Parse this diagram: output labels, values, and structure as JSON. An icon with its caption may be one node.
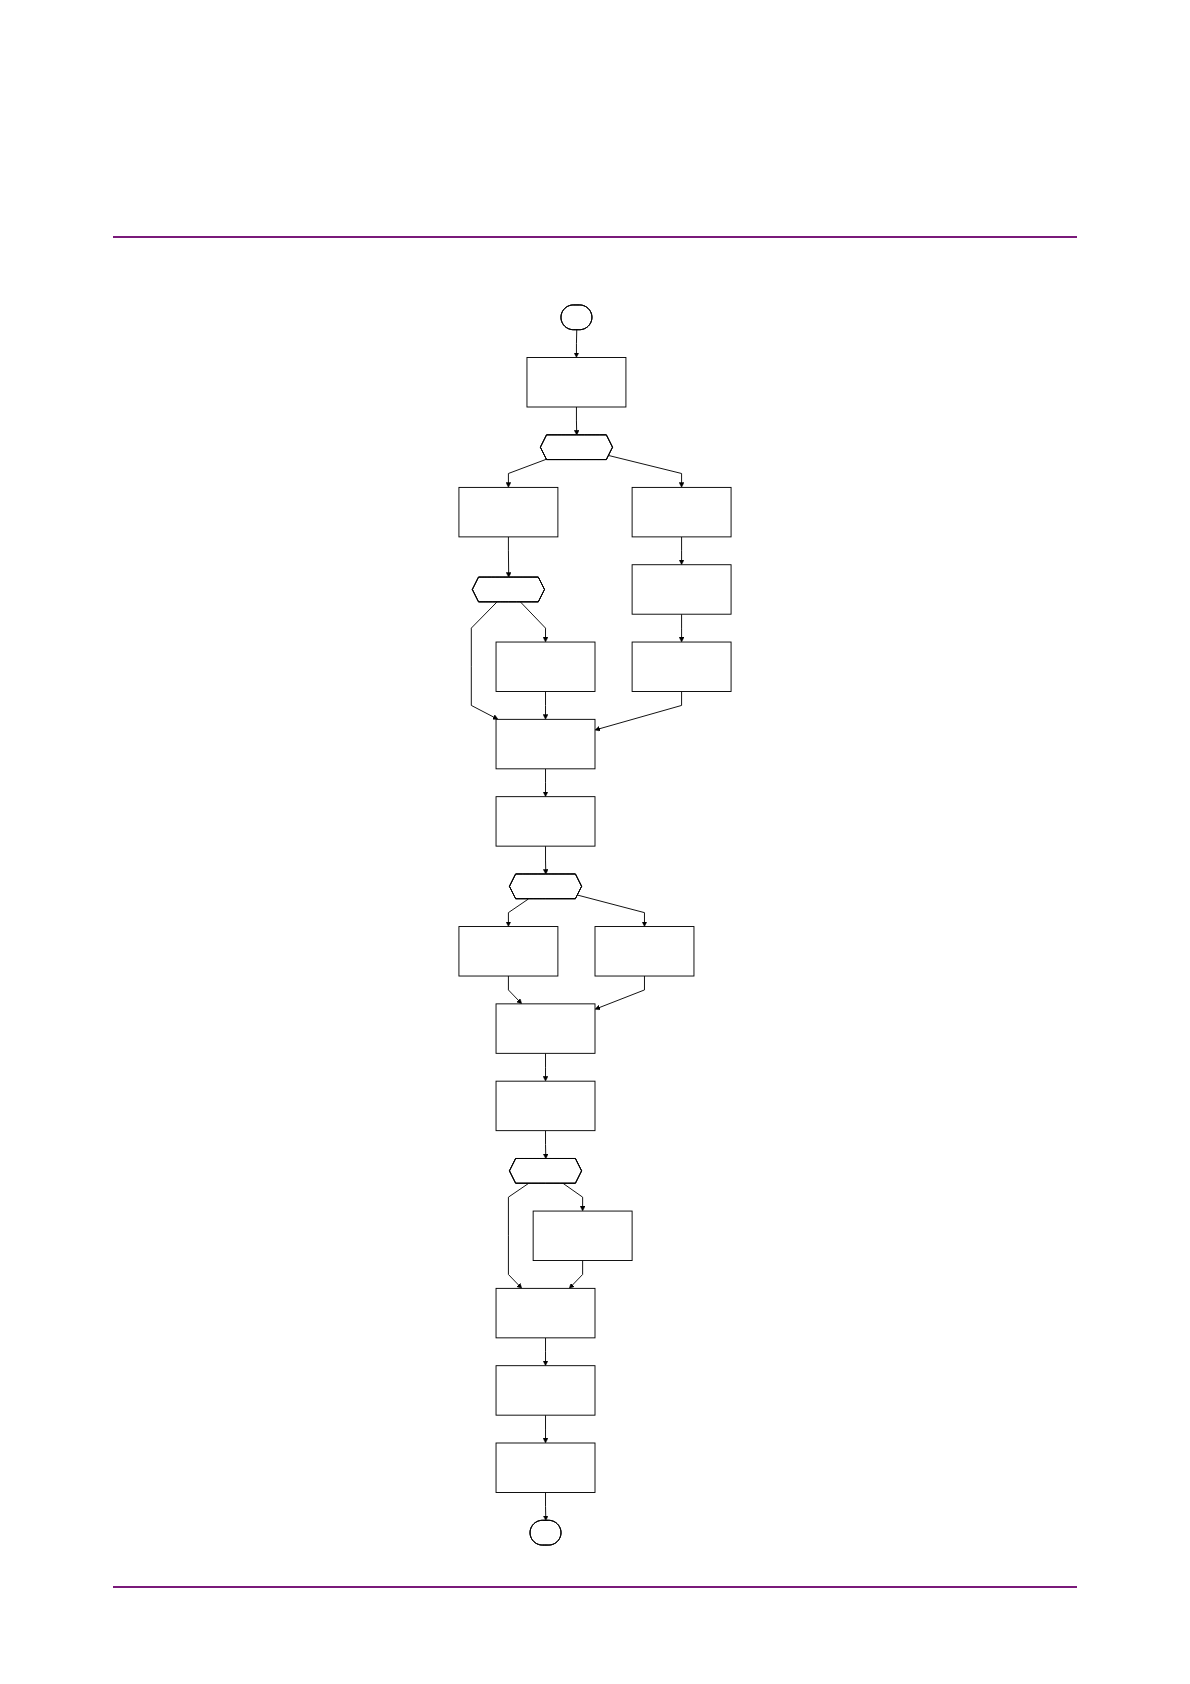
{
  "diagram": {
    "nodes": [
      {
        "text": [],
        "shape": "stadium"
      },
      {
        "text": [],
        "shape": "box"
      },
      {
        "text": [],
        "shape": "hexagon"
      },
      {
        "text": [],
        "shape": "box"
      },
      {
        "text": [],
        "shape": "box"
      },
      {
        "text": [],
        "shape": "box"
      },
      {
        "text": [],
        "shape": "box"
      },
      {
        "text": [],
        "shape": "hexagon"
      },
      {
        "text": [],
        "shape": "box"
      },
      {
        "text": [],
        "shape": "box"
      },
      {
        "text": [],
        "shape": "box"
      },
      {
        "text": [],
        "shape": "hexagon"
      },
      {
        "text": [],
        "shape": "box"
      },
      {
        "text": [],
        "shape": "box"
      },
      {
        "text": [],
        "shape": "box"
      },
      {
        "text": [],
        "shape": "box"
      },
      {
        "text": [],
        "shape": "hexagon"
      },
      {
        "text": [],
        "shape": "box"
      },
      {
        "text": [],
        "shape": "box"
      },
      {
        "text": [],
        "shape": "box"
      },
      {
        "text": [],
        "shape": "box"
      },
      {
        "text": [],
        "shape": "stadium"
      }
    ],
    "edges": [
      {
        "from": 0,
        "to": 1,
        "arrow": "to"
      },
      {
        "from": 1,
        "to": 2,
        "arrow": "to"
      },
      {
        "from": 2,
        "to": 3,
        "arrow": "to"
      },
      {
        "from": 3,
        "to": 4,
        "arrow": "to"
      },
      {
        "from": 4,
        "to": 5,
        "arrow": "to"
      },
      {
        "from": 2,
        "to": 6,
        "arrow": "to"
      },
      {
        "from": 6,
        "to": 7,
        "arrow": "to"
      },
      {
        "from": 7,
        "to": 8,
        "arrow": "to"
      },
      {
        "from": 7,
        "to": 9,
        "arrow": "to"
      },
      {
        "from": 8,
        "to": 9,
        "arrow": "to"
      },
      {
        "from": 5,
        "to": 9,
        "arrow": "to"
      },
      {
        "from": 9,
        "to": 10,
        "arrow": "to"
      },
      {
        "from": 10,
        "to": 11,
        "arrow": "to"
      },
      {
        "from": 11,
        "to": 12,
        "arrow": "to"
      },
      {
        "from": 11,
        "to": 13,
        "arrow": "to"
      },
      {
        "from": 12,
        "to": 14,
        "arrow": "to"
      },
      {
        "from": 13,
        "to": 14,
        "arrow": "to"
      },
      {
        "from": 14,
        "to": 15,
        "arrow": "to"
      },
      {
        "from": 15,
        "to": 16,
        "arrow": "to"
      },
      {
        "from": 16,
        "to": 17,
        "arrow": "to"
      },
      {
        "from": 16,
        "to": 18,
        "arrow": "to"
      },
      {
        "from": 17,
        "to": 18,
        "arrow": "to"
      },
      {
        "from": 18,
        "to": 19,
        "arrow": "to"
      },
      {
        "from": 19,
        "to": 20,
        "arrow": "to"
      },
      {
        "from": 20,
        "to": 21,
        "arrow": "to"
      }
    ]
  }
}
